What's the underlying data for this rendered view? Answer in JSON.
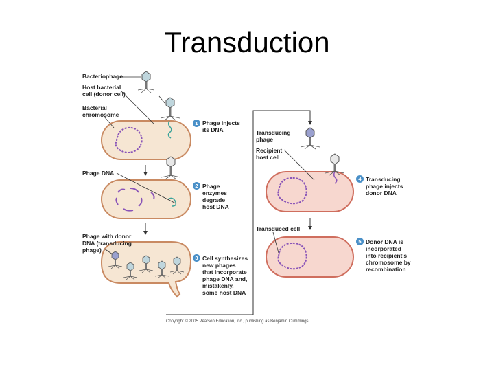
{
  "title": "Transduction",
  "labels": {
    "bacteriophage": "Bacteriophage",
    "host_cell": "Host bacterial\ncell (donor cell)",
    "chromosome": "Bacterial\nchromosome",
    "phage_dna": "Phage DNA",
    "phage_with_donor": "Phage with donor\nDNA (transducing\nphage)",
    "transducing_phage": "Transducing\nphage",
    "recipient": "Recipient\nhost cell",
    "transduced_cell": "Transduced cell"
  },
  "steps": [
    {
      "num": "1",
      "text": "Phage injects\nits DNA"
    },
    {
      "num": "2",
      "text": "Phage\nenzymes\ndegrade\nhost DNA"
    },
    {
      "num": "3",
      "text": "Cell synthesizes\nnew phages\nthat incorporate\nphage DNA and,\nmistakenly,\nsome host DNA"
    },
    {
      "num": "4",
      "text": "Transducing\nphage injects\ndonor DNA"
    },
    {
      "num": "5",
      "text": "Donor DNA is\nincorporated\ninto recipient's\nchromosome by\nrecombination"
    }
  ],
  "copyright": "Copyright © 2005 Pearson Education, Inc., publishing as Benjamin Cummings.",
  "colors": {
    "donor_cell_fill": "#f6e6d3",
    "donor_cell_stroke": "#c98a62",
    "recipient_cell_fill": "#f7d7cf",
    "recipient_cell_stroke": "#cf6e5e",
    "chromosome": "#8a55b8",
    "phage_dna": "#3aa39a",
    "step_badge": "#4a90c8"
  }
}
